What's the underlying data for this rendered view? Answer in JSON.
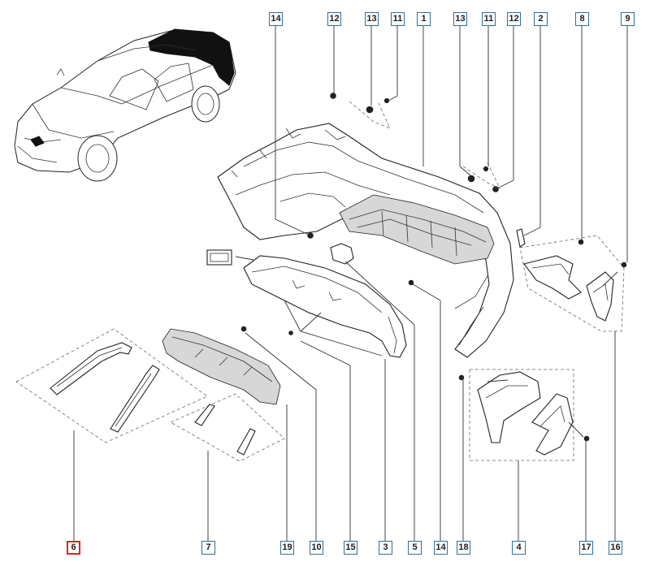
{
  "callouts": [
    {
      "id": "c14a",
      "label": "14",
      "highlight": false
    },
    {
      "id": "c12a",
      "label": "12",
      "highlight": false
    },
    {
      "id": "c13a",
      "label": "13",
      "highlight": false
    },
    {
      "id": "c11a",
      "label": "11",
      "highlight": false
    },
    {
      "id": "c1",
      "label": "1",
      "highlight": false
    },
    {
      "id": "c13b",
      "label": "13",
      "highlight": false
    },
    {
      "id": "c11b",
      "label": "11",
      "highlight": false
    },
    {
      "id": "c12b",
      "label": "12",
      "highlight": false
    },
    {
      "id": "c2",
      "label": "2",
      "highlight": false
    },
    {
      "id": "c8",
      "label": "8",
      "highlight": false
    },
    {
      "id": "c9",
      "label": "9",
      "highlight": false
    },
    {
      "id": "c6",
      "label": "6",
      "highlight": true
    },
    {
      "id": "c7",
      "label": "7",
      "highlight": false
    },
    {
      "id": "c19",
      "label": "19",
      "highlight": false
    },
    {
      "id": "c10",
      "label": "10",
      "highlight": false
    },
    {
      "id": "c15",
      "label": "15",
      "highlight": false
    },
    {
      "id": "c3",
      "label": "3",
      "highlight": false
    },
    {
      "id": "c5",
      "label": "5",
      "highlight": false
    },
    {
      "id": "c14b",
      "label": "14",
      "highlight": false
    },
    {
      "id": "c18",
      "label": "18",
      "highlight": false
    },
    {
      "id": "c4",
      "label": "4",
      "highlight": false
    },
    {
      "id": "c17",
      "label": "17",
      "highlight": false
    },
    {
      "id": "c16",
      "label": "16",
      "highlight": false
    }
  ],
  "colors": {
    "callout_border": "#2f6f9c",
    "highlight_border": "#e2231a",
    "line": "#222222"
  }
}
